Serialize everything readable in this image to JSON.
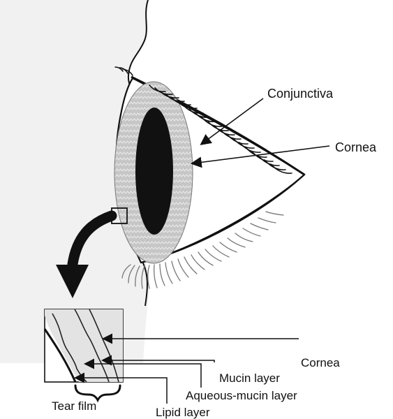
{
  "labels": {
    "conjunctiva": "Conjunctiva",
    "cornea_main": "Cornea",
    "cornea_inset": "Cornea",
    "mucin_layer": "Mucin layer",
    "aqueous_mucin_layer": "Aqueous-mucin layer",
    "lipid_layer": "Lipid layer",
    "tear_film": "Tear film"
  },
  "colors": {
    "line": "#111111",
    "skin_shadow": "#efefef",
    "iris_fill": "#bdbdbd",
    "pupil_fill": "#111111",
    "inset_fill": "#e3e3e3"
  }
}
